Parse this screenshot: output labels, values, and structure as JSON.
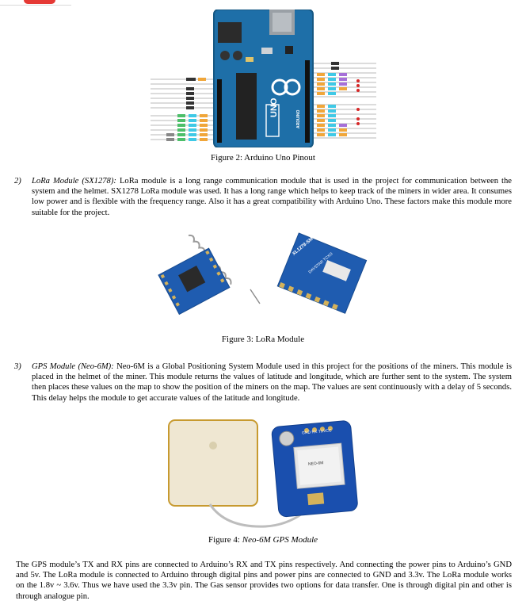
{
  "figures": {
    "fig2": {
      "caption": "Figure 2: Arduino Uno Pinout"
    },
    "fig3": {
      "caption": "Figure 3: LoRa Module"
    },
    "fig4": {
      "caption_prefix": "Figure 4: ",
      "caption_italic": "Neo-6M GPS Module"
    }
  },
  "items": [
    {
      "number": "2)",
      "heading": "LoRa Module (SX1278):",
      "text": " LoRa module is a long range communication module that is used in the project for communication between the system and the helmet. SX1278 LoRa module was used. It has a long range which helps to keep track of the miners in wider area. It consumes low power and is flexible with the frequency range. Also it has a great compatibility with Arduino Uno. These factors make this module more suitable for the project."
    },
    {
      "number": "3)",
      "heading": "GPS Module (Neo-6M):",
      "text": " Neo-6M is a Global Positioning System Module used in this project for the positions of the miners. This module is placed in the helmet of the miner. This module returns the values of latitude and longitude, which are further sent to the system. The system then places these values on the map to show the position of the miners on the map. The values are sent continuously with a delay of 5 seconds. This delay helps the module to get accurate values of the latitude and longitude."
    }
  ],
  "closing_paragraph": "The GPS module’s TX and RX pins are connected to Arduino’s RX and TX pins respectively. And connecting the power pins to Arduino’s GND and 5v. The LoRa module is connected to Arduino through digital pins and power pins are connected to GND and 3.3v. The LoRa module works on the 1.8v ~ 3.6v. Thus we have used the 3.3v pin. The Gas sensor provides two options for data transfer. One is through digital pin and other is through analogue pin.",
  "board_labels": {
    "uno": "UNO",
    "arduino": "ARDUINO",
    "lora_chip": "XL1278-SMT",
    "lora_crystal": "DAYSTAR TCXO",
    "gps_header": "GND RX TXVCC",
    "gps_chip": "NEO-6M"
  },
  "colors": {
    "board_blue": "#1e6fa8",
    "pcb_blue": "#1f5cb0",
    "gps_blue": "#1a4fae",
    "antenna_beige": "#efe7d2",
    "pin_green": "#4dbf6a",
    "pin_cyan": "#3fc9e6",
    "pin_orange": "#f0a63a",
    "pin_purple": "#a670d8",
    "pin_red": "#d62727"
  }
}
